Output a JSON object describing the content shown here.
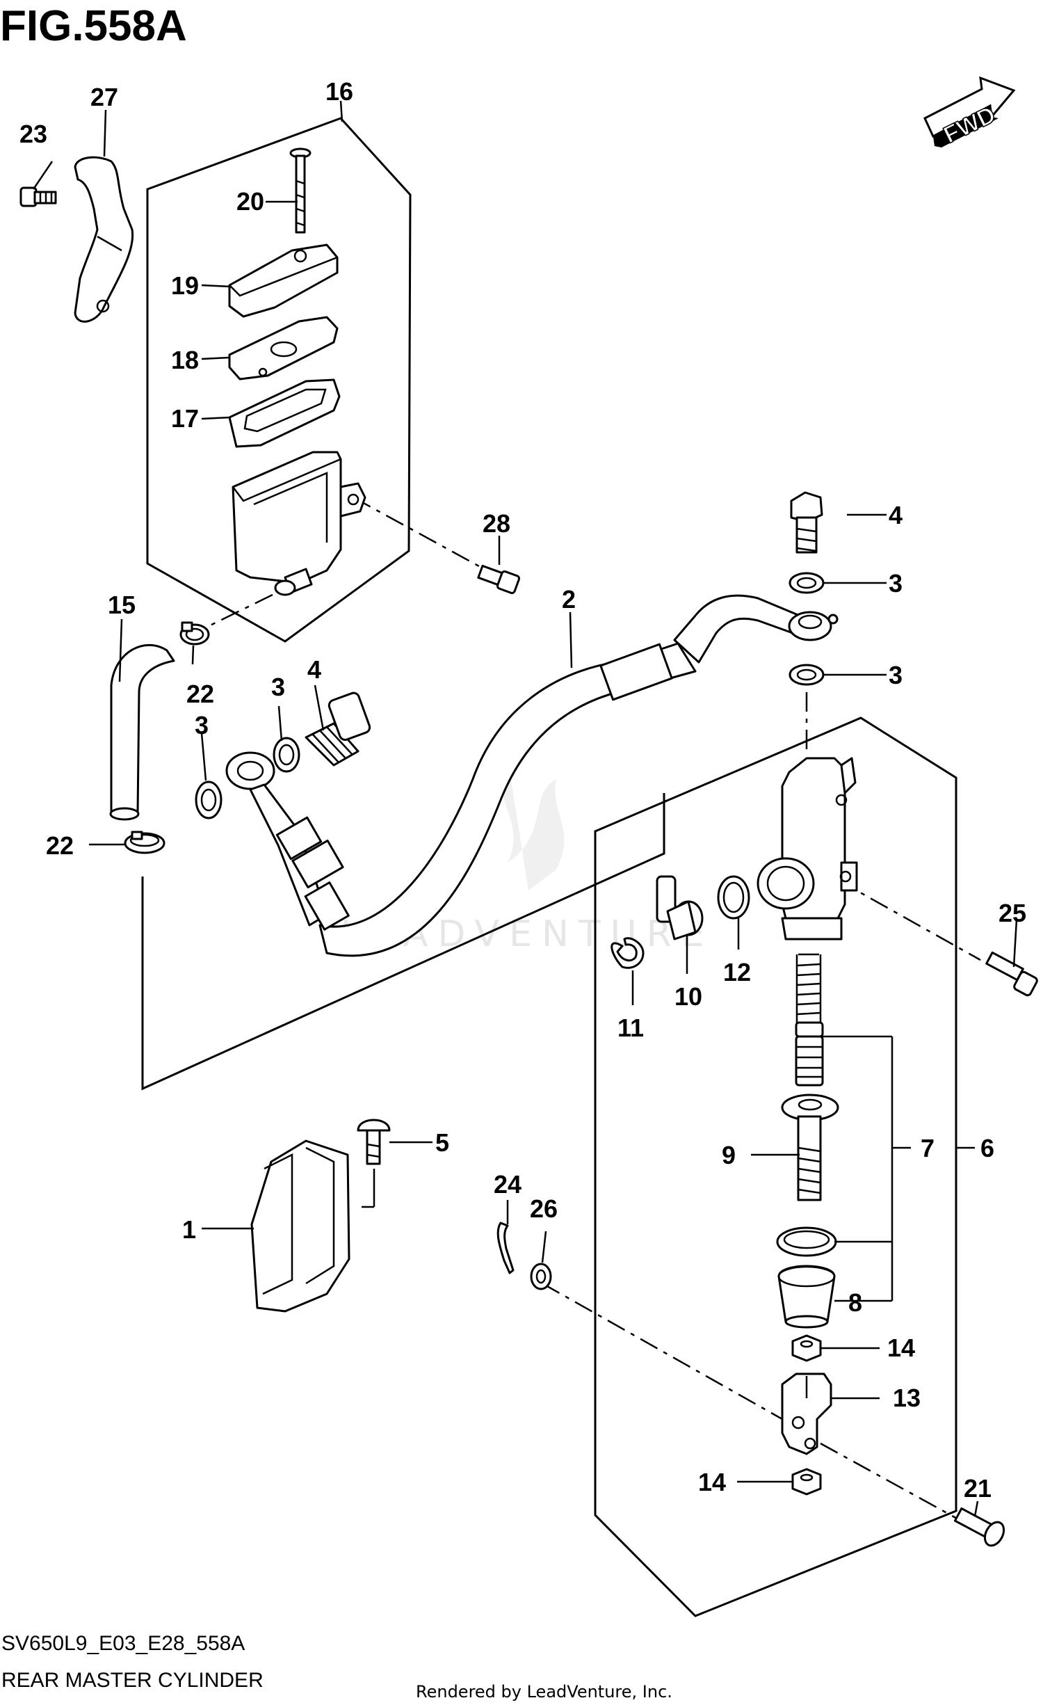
{
  "figure": {
    "title": "FIG.558A",
    "model_code": "SV650L9_E03_E28_558A",
    "caption": "REAR MASTER CYLINDER",
    "credit": "Rendered by LeadVenture, Inc.",
    "watermark": "LEADVENTURE",
    "fwd_label": "FWD"
  },
  "callouts": {
    "c1": "1",
    "c2": "2",
    "c3a": "3",
    "c3b": "3",
    "c3c": "3",
    "c3d": "3",
    "c4a": "4",
    "c4b": "4",
    "c5": "5",
    "c6": "6",
    "c7": "7",
    "c8": "8",
    "c9": "9",
    "c10": "10",
    "c11": "11",
    "c12": "12",
    "c13": "13",
    "c14a": "14",
    "c14b": "14",
    "c15": "15",
    "c16": "16",
    "c17": "17",
    "c18": "18",
    "c19": "19",
    "c20": "20",
    "c21": "21",
    "c22a": "22",
    "c22b": "22",
    "c23": "23",
    "c24": "24",
    "c25": "25",
    "c26": "26",
    "c27": "27",
    "c28": "28"
  }
}
